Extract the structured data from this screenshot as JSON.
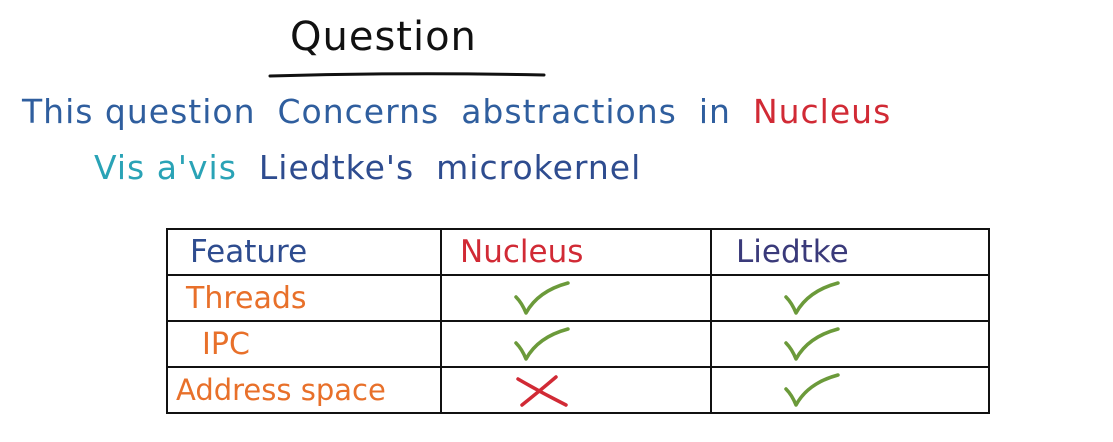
{
  "title": "Question",
  "intro": {
    "line1": [
      "This question",
      "Concerns",
      "abstractions",
      "in"
    ],
    "line1_highlight": "Nucleus",
    "line2_highlight": "Vis a'vis",
    "line2": [
      "Liedtke's",
      "microkernel"
    ]
  },
  "table": {
    "headers": [
      "Feature",
      "Nucleus",
      "Liedtke"
    ],
    "rows": [
      {
        "feature": "Threads",
        "nucleus": "check",
        "liedtke": "check"
      },
      {
        "feature": "IPC",
        "nucleus": "check",
        "liedtke": "check"
      },
      {
        "feature": "Address space",
        "nucleus": "cross",
        "liedtke": "check"
      }
    ]
  },
  "colors": {
    "body_text": "#2f5e9e",
    "nucleus_red": "#d12a35",
    "visavis_teal": "#2aa3b6",
    "feature_orange": "#e8702a",
    "check_green": "#6b9a3a",
    "cross_red": "#d12a35"
  }
}
